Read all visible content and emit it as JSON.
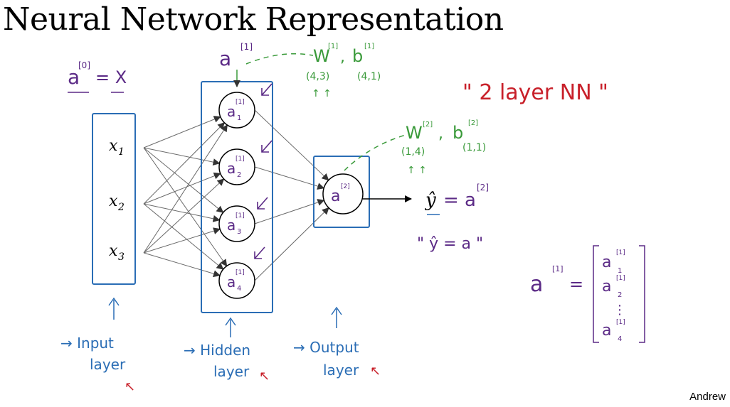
{
  "slide": {
    "title": "Neural Network Representation",
    "author": "Andrew"
  },
  "inputs": [
    {
      "base": "x",
      "sub": "1"
    },
    {
      "base": "x",
      "sub": "2"
    },
    {
      "base": "x",
      "sub": "3"
    }
  ],
  "hidden_nodes": [
    {
      "base": "a",
      "sup": "[1]",
      "sub": "1"
    },
    {
      "base": "a",
      "sup": "[1]",
      "sub": "2"
    },
    {
      "base": "a",
      "sup": "[1]",
      "sub": "3"
    },
    {
      "base": "a",
      "sup": "[1]",
      "sub": "4"
    }
  ],
  "output_node": {
    "base": "a",
    "sup": "[2]"
  },
  "notes": {
    "a0_base": "a",
    "a0_sup": "[0]",
    "a0_eq": "= X",
    "hidden_act_base": "a",
    "hidden_act_sup": "[1]",
    "w1_base": "W",
    "w1_sup": "[1]",
    "b1_base": "b",
    "b1_sup": "[1]",
    "w1_shape": "(4,3)",
    "b1_shape": "(4,1)",
    "w2_base": "W",
    "w2_sup": "[2]",
    "b2_base": "b",
    "b2_sup": "[2]",
    "w2_shape": "(1,4)",
    "b2_shape": "(1,1)",
    "two_layer": "\" 2 layer NN \"",
    "yhat_lhs": "ŷ",
    "yhat_eq": "= a",
    "yhat_sup": "[2]",
    "yhat_quote": "\" ŷ = a \"",
    "vec_base": "a",
    "vec_sup": "[1]",
    "vec_eq": "=",
    "vec_entries": [
      {
        "base": "a",
        "sup": "[1]",
        "sub": "1"
      },
      {
        "base": "a",
        "sup": "[1]",
        "sub": "2"
      },
      {
        "base": "⋮",
        "sup": "",
        "sub": ""
      },
      {
        "base": "a",
        "sup": "[1]",
        "sub": "4"
      }
    ]
  },
  "layer_labels": [
    {
      "line1": "→ Input",
      "line2": "layer"
    },
    {
      "line1": "→ Hidden",
      "line2": "layer"
    },
    {
      "line1": "→ Output",
      "line2": "layer"
    }
  ],
  "colors": {
    "purple": "#5b2a86",
    "blue": "#2a6db5",
    "green": "#3a9a3a",
    "red": "#c8202a",
    "ink": "#000000",
    "edge": "#8a8a8a"
  }
}
